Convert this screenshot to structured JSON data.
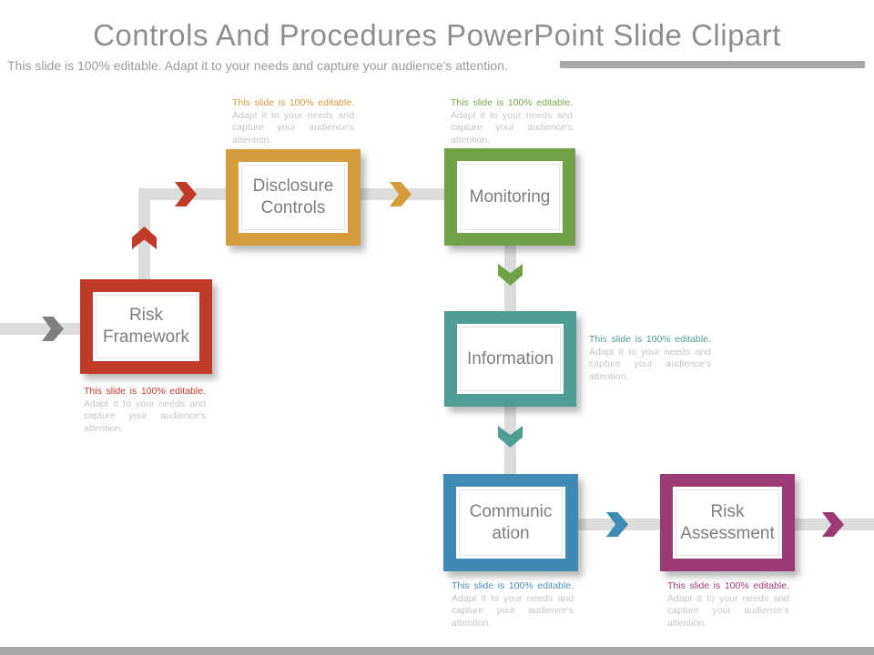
{
  "slide": {
    "title": "Controls And Procedures PowerPoint Slide Clipart",
    "subtitle": "This slide is 100% editable. Adapt it to your needs and capture your audience's attention."
  },
  "decor": {
    "header_bar_color": "#a8a8a8",
    "footer_bar_color": "#a7a7a7",
    "connector_color": "#dcdcdc",
    "entry_arrow_color": "#7f7f7f"
  },
  "nodes": {
    "risk_framework": {
      "label": "Risk Framework",
      "box_color": "#c23a28",
      "accent_color": "#c0392b",
      "caption_accent": "This slide is 100% editable.",
      "caption_rest": " Adapt it to your needs and capture your audience's attention."
    },
    "disclosure_controls": {
      "label": "Disclosure Controls",
      "box_color": "#d59b3c",
      "accent_color": "#d59b3c",
      "caption_accent": "This slide is 100% editable.",
      "caption_rest": " Adapt it to your needs and capture your audience's attention."
    },
    "monitoring": {
      "label": "Monitoring",
      "box_color": "#6fa246",
      "accent_color": "#7aa94e",
      "caption_accent": "This slide is 100% editable.",
      "caption_rest": " Adapt it to your needs and capture your audience's attention."
    },
    "information": {
      "label": "Information",
      "box_color": "#4e9c93",
      "accent_color": "#4e9c93",
      "caption_accent": "This slide is 100% editable.",
      "caption_rest": " Adapt it to your needs and capture your audience's attention."
    },
    "communication": {
      "label": "Communic ation",
      "box_color": "#3e8bb5",
      "accent_color": "#4d90bb",
      "caption_accent": "This slide is 100% editable.",
      "caption_rest": " Adapt it to your needs and capture your audience's attention."
    },
    "risk_assessment": {
      "label": "Risk Assessment",
      "box_color": "#9c3a73",
      "accent_color": "#a33a76",
      "caption_accent": "This slide is 100% editable.",
      "caption_rest": " Adapt it to your needs and capture your audience's attention."
    }
  }
}
